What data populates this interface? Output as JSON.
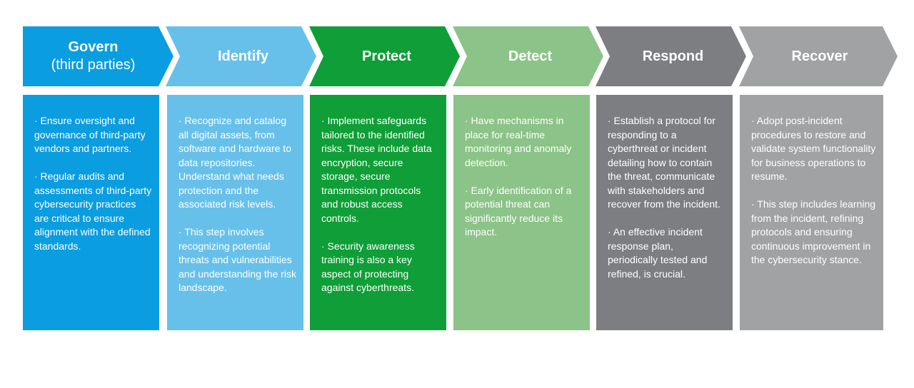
{
  "colors": {
    "govern": "#0a9de0",
    "identify": "#67c0ea",
    "protect": "#0f9e37",
    "detect": "#8cc388",
    "respond": "#7d7e82",
    "recover": "#a1a2a4"
  },
  "steps": [
    {
      "title": "Govern",
      "subtitle": "(third parties)",
      "bullets": [
        "· Ensure oversight and governance of third-party vendors and partners.",
        "· Regular audits and assessments of third-party cybersecurity practices are critical to ensure alignment with the defined standards."
      ]
    },
    {
      "title": "Identify",
      "bullets": [
        "· Recognize and catalog all digital assets, from software and hardware to data repositories. Understand what needs protection and the associated risk levels.",
        "· This step involves recognizing potential threats and vulnerabilities and understanding the risk landscape."
      ]
    },
    {
      "title": "Protect",
      "bullets": [
        "· Implement safeguards tailored to the identified risks. These include data encryption, secure storage, secure transmission protocols and robust access controls.",
        "· Security awareness training is also a key aspect of protecting against cyberthreats."
      ]
    },
    {
      "title": "Detect",
      "bullets": [
        "· Have mechanisms in place for real-time monitoring and anomaly detection.",
        "· Early identification of a potential threat can significantly reduce its impact."
      ]
    },
    {
      "title": "Respond",
      "bullets": [
        "· Establish a protocol for responding to a cyberthreat or incident detailing how to contain the threat, communicate with stakeholders and recover from the incident.",
        "· An effective incident response plan, periodically tested and refined, is crucial."
      ]
    },
    {
      "title": "Recover",
      "bullets": [
        "· Adopt post-incident procedures to restore and validate system functionality for business operations to resume.",
        "· This step includes learning from the incident, refining protocols and ensuring continuous improvement in the cybersecurity stance."
      ]
    }
  ]
}
